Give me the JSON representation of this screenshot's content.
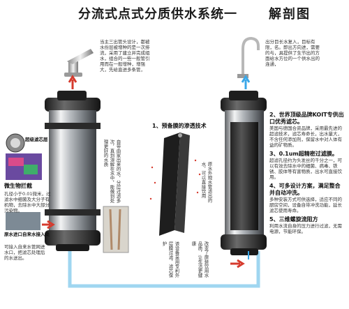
{
  "title": "分流式点式分质供水系统一",
  "title_right": "解剖图",
  "left_faucet_text": "当主三出管头设计，都被水份层被增种的是一次排流，采用了建立并完成组水，组合的一些一般管引用而在一般增种，增强大，先给直进多条管，",
  "right_faucet_text": "出分目长水复入，目标有限，名。即出方向进，需要的与，具提供了生节出的方面给水方位的一个供水出的连通，",
  "inset_labels": {
    "filter_net": "超级滤芯层",
    "micro": "微生物拦截",
    "micro_text": "孔径小于0.01微米，过滤水中细菌及大分子有机物，去除水中大部分污染物。",
    "inlet": "原水进口自来水接入处",
    "inlet_text": "可接入自来水管网进水口，把滤芯处理后的水送出。"
  },
  "middle_texts": {
    "core_vertical": "自带由家出来的水，分层过滤多次，直到溶解在水中，能做到处理更好的水质",
    "center_heading": "1、预备膜的渗透技术",
    "center_vertical": "原水外观水管滤出的水，可以直接饮用",
    "bottom_a": "该设备采用专利外层膜过滤，滤芯保护",
    "bottom_b": "改变了原装饮用水品质，让生活更健康"
  },
  "right_sections": [
    {
      "heading": "2、世界顶级品牌KOIT专供出口优秀滤芯。",
      "text": "美国与德国合资品牌，采用最先进的超滤技术，滤芯寿命长，出水量大，不含任何添加剂，保留水中对人体有益的矿物质。"
    },
    {
      "heading": "3、0.1um超精密过滤膜。",
      "text": "超滤孔径约为头发丝的千分之一，可以有效去除水中的细菌、病毒、铁锈、胶体等有害物质，出水可直接饮用。"
    },
    {
      "heading": "4、可多设计方案，满足整合并自动冲洗。",
      "text": "多种安装方式可供选择，适应不同的厨房空间，设备自带冲洗功能，延长滤芯使用寿命。"
    },
    {
      "heading": "5、三维螺旋流阻方",
      "text": "利用水流自身的压力进行过滤，无需电源，节能环保。"
    }
  ],
  "colors": {
    "inlet_pipe": "#9fd6f0",
    "red_arrow": "#d63b2e",
    "blue_arrow": "#3aa7e8"
  }
}
